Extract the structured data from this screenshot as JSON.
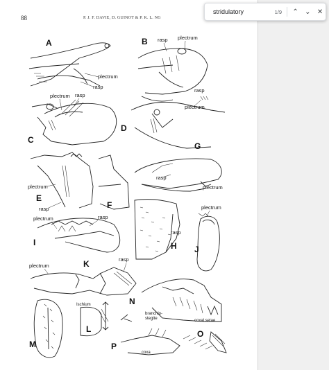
{
  "document": {
    "page_number": "88",
    "running_head": "P. J. F. DAVIE, D. GUINOT & P. K. L. NG"
  },
  "figure": {
    "panel_letters": [
      "A",
      "B",
      "C",
      "D",
      "E",
      "F",
      "G",
      "H",
      "I",
      "J",
      "K",
      "L",
      "M",
      "N",
      "O",
      "P"
    ],
    "labels": {
      "plectrum": "plectrum",
      "rasp": "rasp",
      "ischium": "Ischium",
      "branchiostegite": "branchio-\nstegite",
      "coxal_setae": "coxal setae",
      "coxa": "coxa"
    }
  },
  "find_bar": {
    "query": "stridulatory",
    "match_count": "1/9",
    "prev_icon": "chevron-up-icon",
    "next_icon": "chevron-down-icon",
    "close_icon": "close-icon"
  }
}
